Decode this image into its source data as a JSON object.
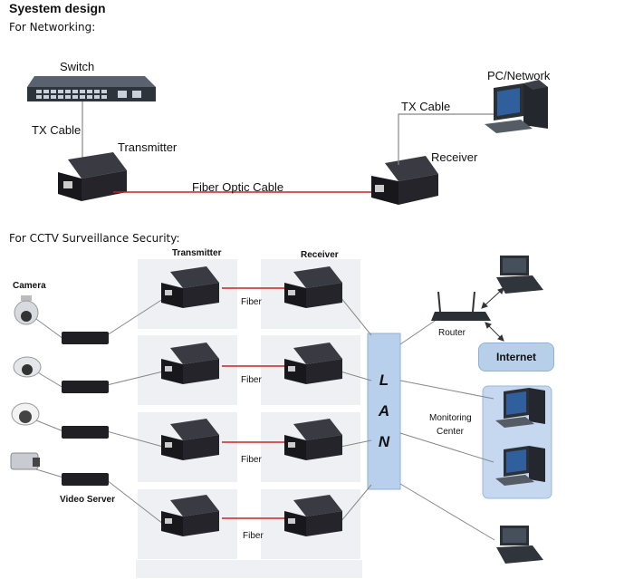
{
  "title": "Syestem design",
  "networking": {
    "heading": "For Networking:",
    "switch_label": "Switch",
    "tx_cable_left": "TX Cable",
    "transmitter_label": "Transmitter",
    "fiber_cable_label": "Fiber Optic Cable",
    "receiver_label": "Receiver",
    "tx_cable_right": "TX Cable",
    "pc_label": "PC/Network"
  },
  "cctv": {
    "heading": "For CCTV Surveillance Security:",
    "transmitter_header": "Transmitter",
    "receiver_header": "Receiver",
    "camera_label": "Camera",
    "video_server_label": "Video Server",
    "fiber_labels": [
      "Fiber",
      "Fiber",
      "Fiber",
      "Fiber"
    ],
    "lan_letters": [
      "L",
      "A",
      "N"
    ],
    "router_label": "Router",
    "internet_label": "Internet",
    "monitoring_label_1": "Monitoring",
    "monitoring_label_2": "Center"
  },
  "colors": {
    "fiber": "#cc2222",
    "lan_fill": "#b9d0ec",
    "panel": "#eef3fa",
    "device": "#1f1f24"
  }
}
